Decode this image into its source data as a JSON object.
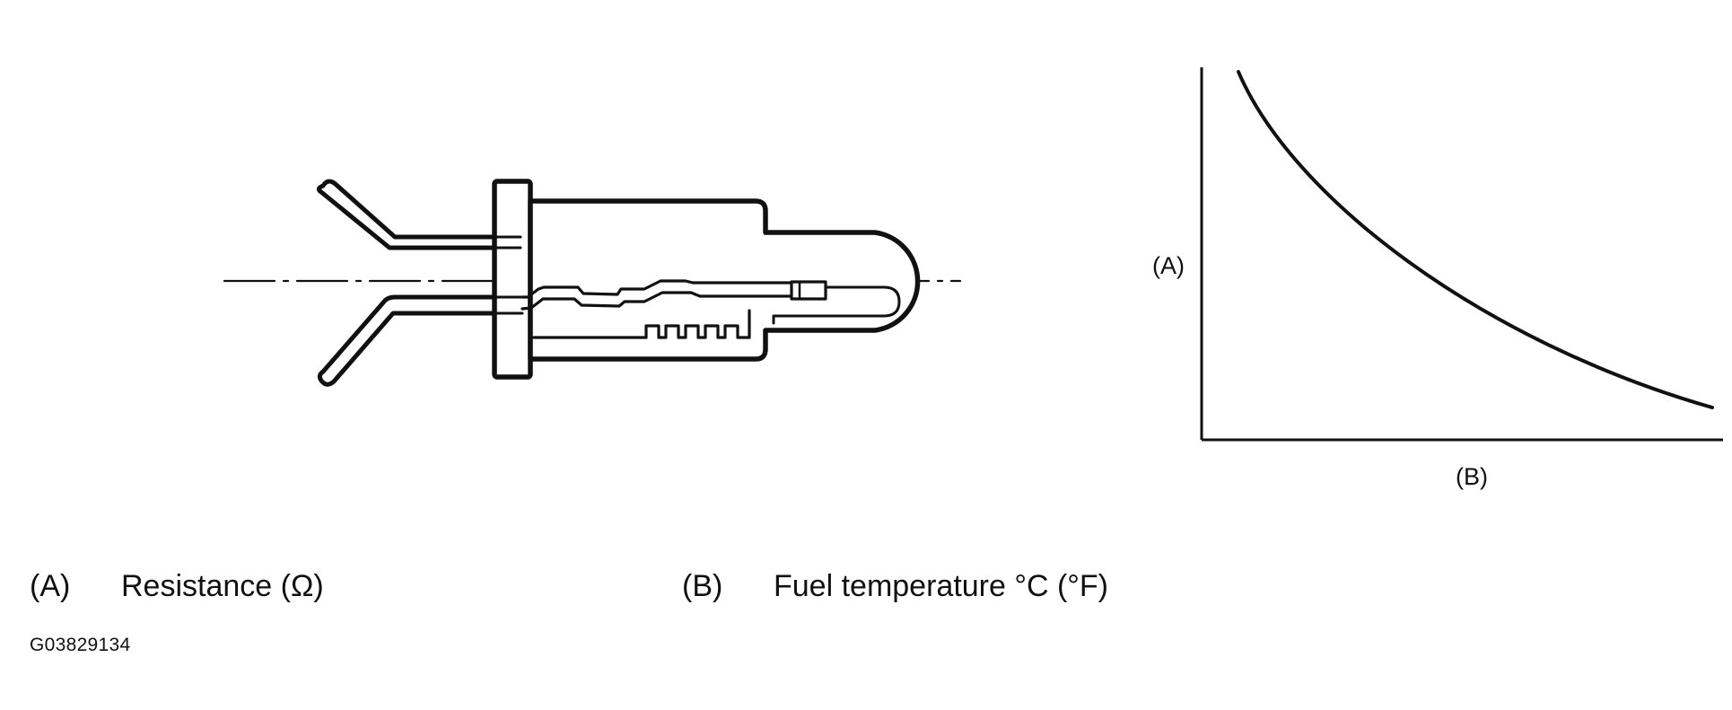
{
  "graph": {
    "y_axis_label": "(A)",
    "x_axis_label": "(B)"
  },
  "legend": [
    {
      "key": "(A)",
      "text": "Resistance (Ω)"
    },
    {
      "key": "(B)",
      "text": "Fuel temperature °C (°F)"
    }
  ],
  "figure_id": "G03829134"
}
